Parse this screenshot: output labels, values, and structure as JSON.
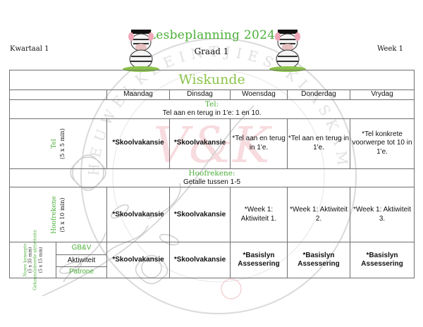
{
  "header": {
    "title": "Lesbeplanning 2024",
    "grade": "Graad 1",
    "term": "Kwartaal 1",
    "week": "Week 1"
  },
  "subject": "Wiskunde",
  "days": [
    "Maandag",
    "Dinsdag",
    "Woensdag",
    "Donderdag",
    "Vrydag"
  ],
  "sections": {
    "tel": {
      "title": "Tel:",
      "description": "Tel aan en terug in 1'e: 1 en 10.",
      "row_label": "Tel",
      "row_sub": "(5 x 5 min)",
      "cells": [
        "*Skoolvakansie",
        "*Skoolvakansie",
        "*Tel aan en terug in 1'e.",
        "*Tel aan en terug in 1'e.",
        "*Tel konkrete voorwerpe tot 10 in 1'e."
      ]
    },
    "hoofrekene": {
      "title": "Hoofrekene:",
      "description": "Getalle tussen 1-5",
      "row_label": "Hoofrekene",
      "row_sub": "(5 x 10 min)",
      "cells": [
        "*Skoolvakansie",
        "*Skoolvakansie",
        "*Week 1: Aktiwiteit 1.",
        "*Week 1: Aktiwiteit 2.",
        "*Week 1: Aktiwiteit 3."
      ]
    },
    "bottom": {
      "side_label_1": "Nuwe konsepte",
      "side_sub_1": "(5 x 35 min)",
      "side_label_2": "Gekonsolideerde aktiwiteite",
      "side_sub_2": "(5 x 15 min)",
      "sub_rows": [
        "GB&V",
        "Aktiwiteit",
        "Patrone"
      ],
      "cells": [
        "*Skoolvakansie",
        "*Skoolvakansie",
        "*Basislyn Assessering",
        "*Basislyn Assessering",
        "*Basislyn Assessering"
      ]
    }
  },
  "watermark": {
    "ring_text": "HEUWELKLEINTJIES KLASKAMER",
    "logo_text": "V&K",
    "logo_color": "#e8a0a8"
  },
  "colors": {
    "accent_green": "#2db34a",
    "title_green": "#4caf3a",
    "border": "#6f6f6f"
  }
}
